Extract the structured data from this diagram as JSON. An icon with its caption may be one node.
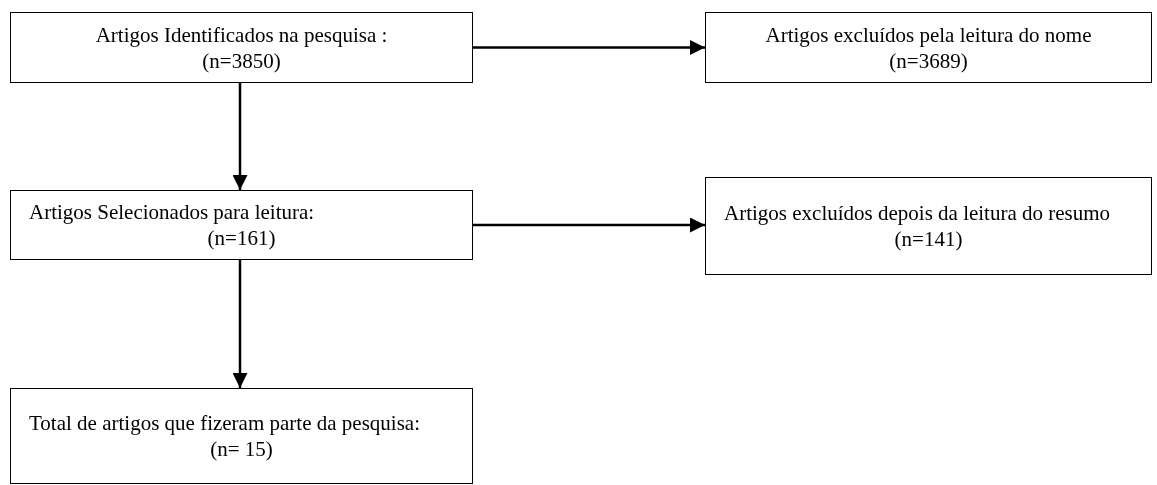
{
  "diagram": {
    "nodes": [
      {
        "text": [
          "Artigos Identificados na pesquisa :",
          "(n=3850)"
        ]
      },
      {
        "text": [
          "Artigos excluídos pela leitura do nome (n=3689)"
        ]
      },
      {
        "text": [
          "Artigos Selecionados para leitura:",
          "(n=161)"
        ]
      },
      {
        "text": [
          "Artigos excluídos depois da leitura do resumo",
          "(n=141)"
        ]
      },
      {
        "text": [
          "Total de artigos que fizeram parte da pesquisa:",
          "(n= 15)"
        ]
      }
    ],
    "edges": [
      {
        "from": 0,
        "to": 1,
        "arrow": "to"
      },
      {
        "from": 0,
        "to": 2,
        "arrow": "to"
      },
      {
        "from": 2,
        "to": 3,
        "arrow": "to"
      },
      {
        "from": 2,
        "to": 4,
        "arrow": "to"
      }
    ]
  }
}
